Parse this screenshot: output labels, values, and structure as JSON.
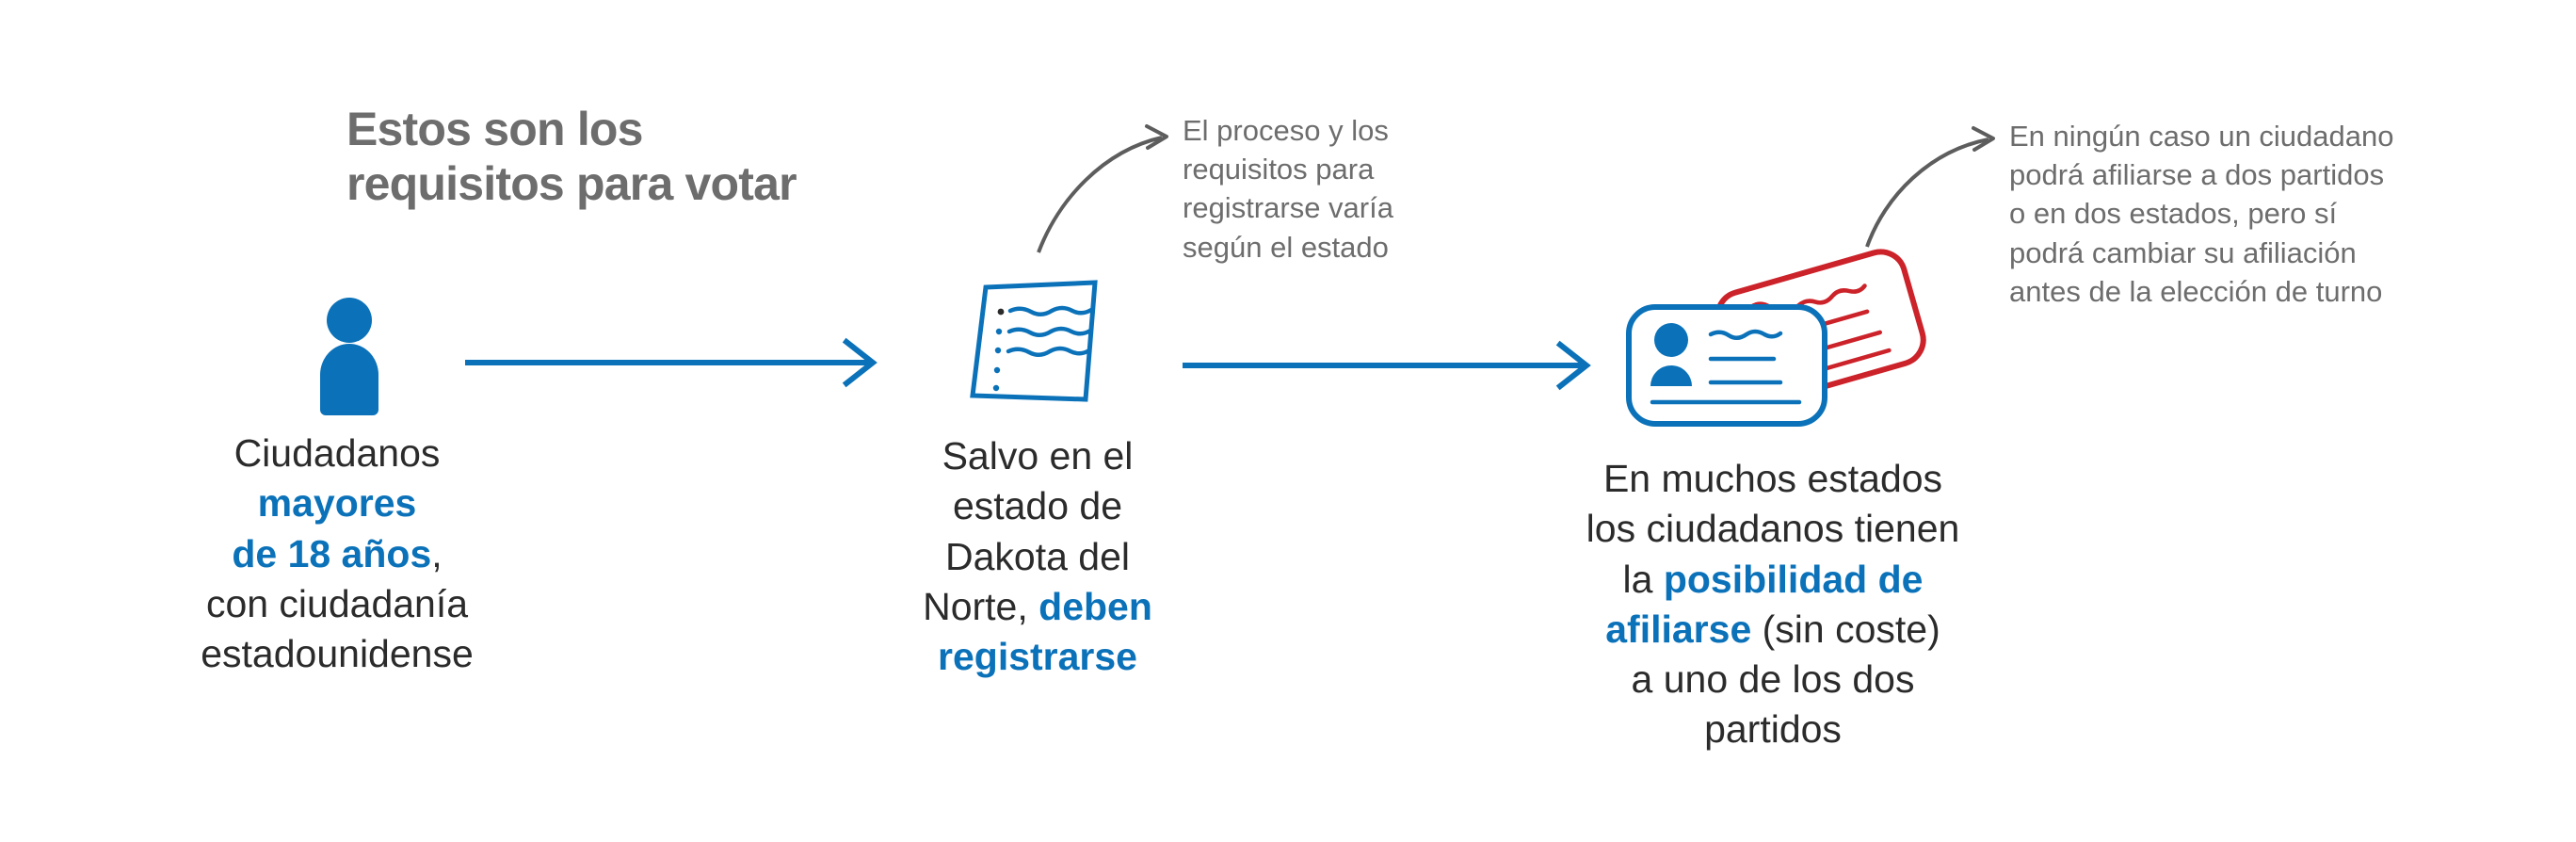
{
  "colors": {
    "blue": "#0b72b9",
    "red": "#cc2229",
    "gray_text": "#6d6d6d",
    "body_text": "#2b2b2b",
    "background": "#ffffff"
  },
  "headline": {
    "line1": "Estos son los",
    "line2": "requisitos para votar"
  },
  "steps": [
    {
      "id": "step-1",
      "icon": "person-icon",
      "caption": {
        "plain_1": "Ciudadanos",
        "accent_1": "mayores",
        "accent_2": "de 18 años",
        "plain_2": ",",
        "plain_3": "con ciudadanía",
        "plain_4": "estadounidense"
      }
    },
    {
      "id": "step-2",
      "icon": "document-icon",
      "caption": {
        "plain_1": "Salvo en el",
        "plain_2": "estado de",
        "plain_3": "Dakota del",
        "plain_4": "Norte,",
        "accent_1": "deben",
        "accent_2": "registrarse"
      },
      "annotation": {
        "line1": "El proceso y los",
        "line2": "requisitos para",
        "line3": "registrarse varía",
        "line4": "según el estado"
      }
    },
    {
      "id": "step-3",
      "icon": "id-cards-icon",
      "caption": {
        "plain_1": "En muchos estados",
        "plain_2": "los ciudadanos tienen",
        "plain_3": "la ",
        "accent_1": "posibilidad de",
        "accent_2": "afiliarse",
        "plain_4": " (sin coste)",
        "plain_5": "a uno de los dos",
        "plain_6": "partidos"
      },
      "annotation": {
        "line1": "En ningún caso un ciudadano",
        "line2": "podrá afiliarse a dos partidos",
        "line3": "o en dos estados, pero sí",
        "line4": "podrá cambiar su afiliación",
        "line5": "antes de la elección de turno"
      }
    }
  ],
  "connectors": [
    {
      "id": "arrow-step1-to-step2",
      "type": "straight-arrow-right",
      "color": "#0b72b9"
    },
    {
      "id": "arrow-step2-to-step3",
      "type": "straight-arrow-right",
      "color": "#0b72b9"
    },
    {
      "id": "callout-arrow-step2",
      "type": "curved-arrow",
      "color": "#5d5d5d"
    },
    {
      "id": "callout-arrow-step3",
      "type": "curved-arrow",
      "color": "#5d5d5d"
    }
  ]
}
